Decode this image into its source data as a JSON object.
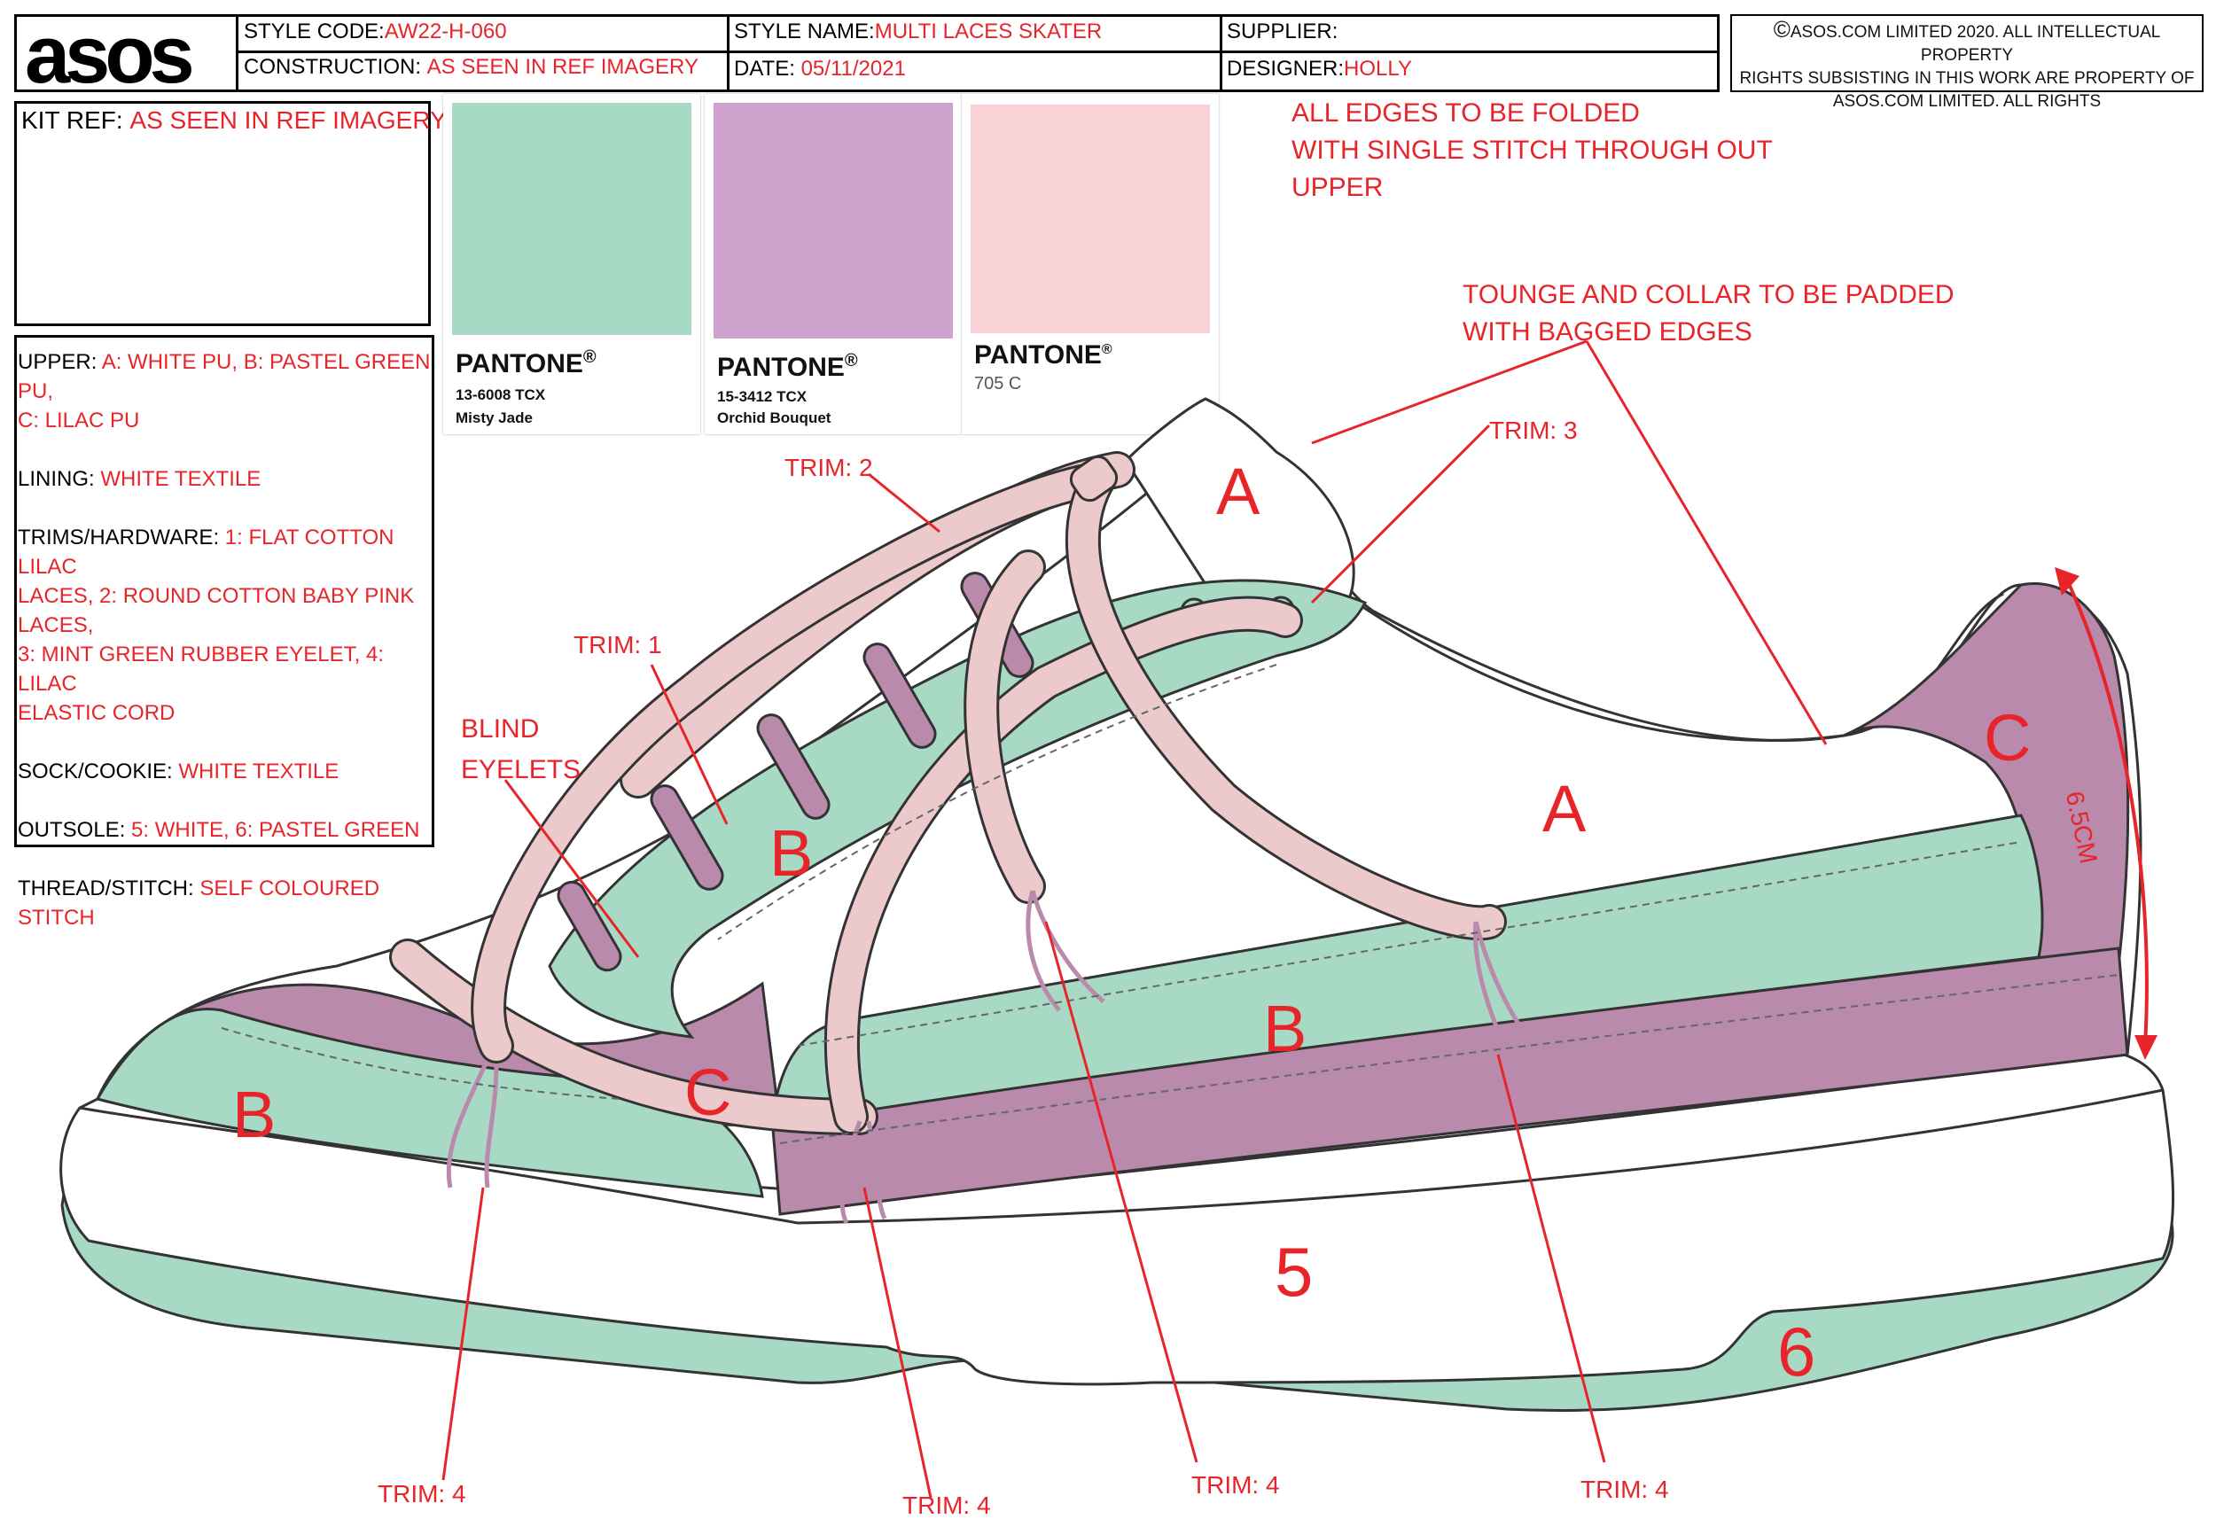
{
  "header": {
    "logo": "asos",
    "style_code_label": "STYLE CODE:",
    "style_code_value": "AW22-H-060",
    "construction_label": "CONSTRUCTION:",
    "construction_value": "AS SEEN IN REF IMAGERY",
    "style_name_label": "STYLE NAME:",
    "style_name_value": "MULTI LACES SKATER",
    "date_label": "DATE:",
    "date_value": "05/11/2021",
    "supplier_label": "SUPPLIER:",
    "supplier_value": "",
    "designer_label": "DESIGNER:",
    "designer_value": "HOLLY",
    "copyright_symbol": "©",
    "copyright_line1": "ASOS.COM LIMITED 2020. ALL INTELLECTUAL PROPERTY",
    "copyright_line2": "RIGHTS SUBSISTING IN THIS WORK ARE PROPERTY OF",
    "copyright_line3": "ASOS.COM LIMITED. ALL RIGHTS"
  },
  "kit_ref": {
    "label": "KIT REF:",
    "value": "AS SEEN IN REF IMAGERY"
  },
  "specs": [
    {
      "label": "UPPER:",
      "value": "A: WHITE PU, B: PASTEL GREEN PU,",
      "value2": "C: LILAC PU"
    },
    {
      "label": "LINING:",
      "value": "WHITE TEXTILE"
    },
    {
      "label": "TRIMS/HARDWARE:",
      "value": "1: FLAT COTTON LILAC",
      "value2": "LACES, 2: ROUND COTTON BABY PINK LACES,",
      "value3": "3: MINT GREEN RUBBER EYELET, 4: LILAC",
      "value4": "ELASTIC CORD"
    },
    {
      "label": "SOCK/COOKIE:",
      "value": "WHITE TEXTILE"
    },
    {
      "label": "OUTSOLE:",
      "value": "5: WHITE, 6: PASTEL GREEN"
    },
    {
      "label": "THREAD/STITCH:",
      "value": "SELF COLOURED",
      "value2": "STITCH"
    }
  ],
  "swatches": [
    {
      "brand": "PANTONE",
      "reg": "®",
      "code": "13-6008 TCX",
      "name": "Misty Jade",
      "color": "#a7d9c4"
    },
    {
      "brand": "PANTONE",
      "reg": "®",
      "code": "15-3412 TCX",
      "name": "Orchid Bouquet",
      "color": "#cfa2cd"
    },
    {
      "brand": "PANTONE",
      "reg": "®",
      "code": "705 C",
      "name": "",
      "color": "#f9d2d8"
    }
  ],
  "notes": {
    "edges_line1": "ALL EDGES TO BE FOLDED",
    "edges_line2": "WITH SINGLE STITCH THROUGH OUT",
    "edges_line3": "UPPER",
    "tongue_line1": "TOUNGE AND COLLAR TO BE PADDED",
    "tongue_line2": "WITH BAGGED EDGES"
  },
  "callouts": {
    "trim1": "TRIM: 1",
    "trim2": "TRIM: 2",
    "trim3": "TRIM: 3",
    "trim4": "TRIM: 4",
    "blind1": "BLIND",
    "blind2": "EYELETS",
    "measure": "6.5CM"
  },
  "zones": {
    "a": "A",
    "b": "B",
    "c": "C",
    "outsole_white": "5",
    "outsole_green": "6"
  },
  "colors": {
    "accent_red": "#e8242b",
    "pastel_green": "#a7d9c4",
    "lilac": "#b98aab",
    "baby_pink": "#ecc9cb",
    "white": "#ffffff"
  }
}
